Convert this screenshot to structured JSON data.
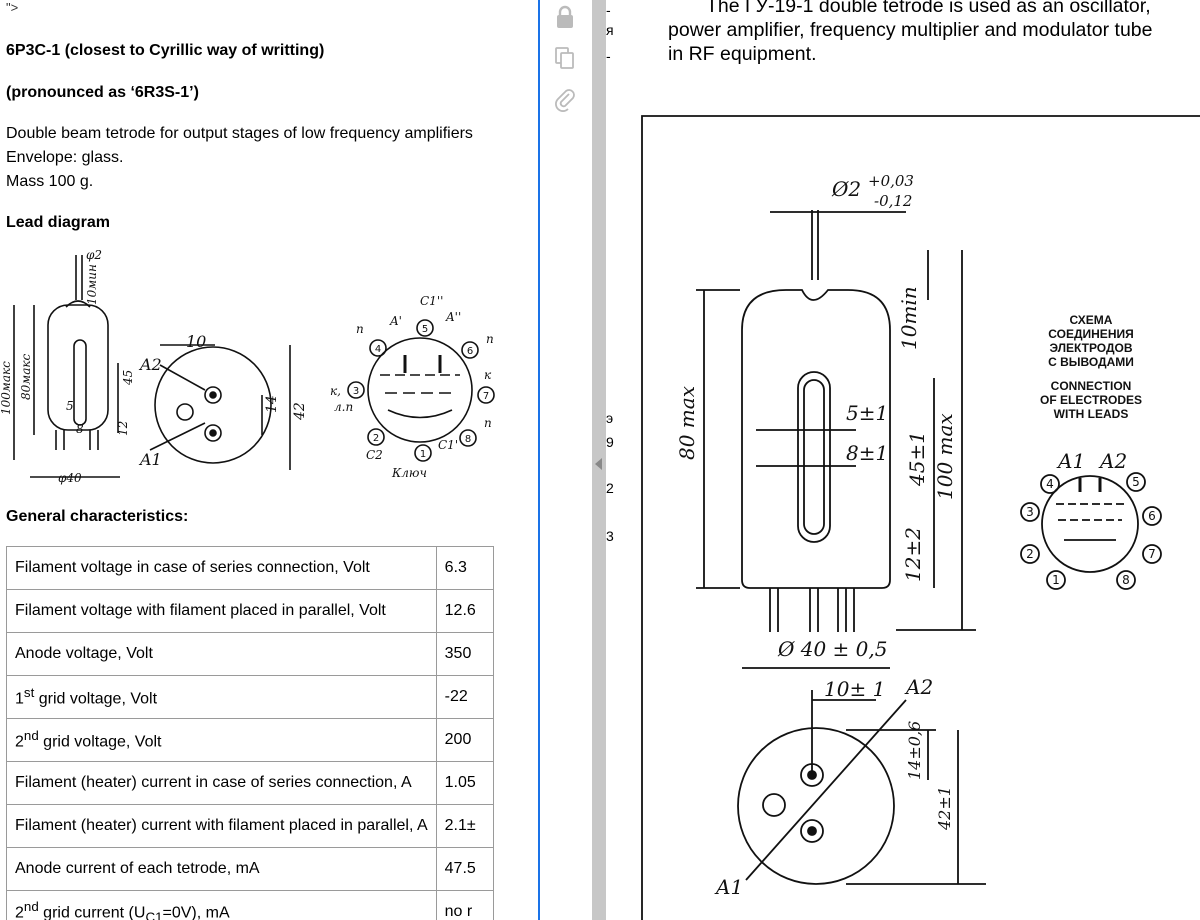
{
  "left_page": {
    "stray_text": "\">",
    "title": "6P3C-1 (closest to Cyrillic way of writting)",
    "pronunciation": "(pronounced as ‘6R3S-1’)",
    "description_lines": [
      "Double beam tetrode for output stages of low frequency amplifiers",
      "Envelope: glass.",
      "Mass 100 g."
    ],
    "lead_diagram_heading": "Lead diagram",
    "lead_diagram_labels": {
      "phi2": "φ2",
      "tenmin": "10мин",
      "height100": "100макс",
      "height80": "80макс",
      "dim45": "45",
      "dim5": "5",
      "dim8": "8",
      "dim12": "12",
      "phi40": "φ40",
      "a2": "A2",
      "a1": "A1",
      "dim10": "10",
      "dim14": "14",
      "dim42": "42",
      "p_tl": "п",
      "a_prime": "A'",
      "c1_pp": "C1''",
      "a_pp": "A''",
      "p_tr": "п",
      "k_left": "к,",
      "lp": "л.п",
      "k_right": "к",
      "p_br": "п",
      "c2": "C2",
      "c1_p": "C1'",
      "key": "Ключ",
      "pins": [
        "1",
        "2",
        "3",
        "4",
        "5",
        "6",
        "7",
        "8"
      ]
    },
    "general_heading": "General characteristics:",
    "table": [
      {
        "param": "Filament voltage in case of series connection, Volt",
        "value": "6.3"
      },
      {
        "param": "Filament voltage with filament placed in parallel, Volt",
        "value": "12.6"
      },
      {
        "param": "Anode voltage, Volt",
        "value": "350"
      },
      {
        "param_pre": "1",
        "param_sup": "st",
        "param_post": " grid voltage, Volt",
        "value": "-22"
      },
      {
        "param_pre": "2",
        "param_sup": "nd",
        "param_post": " grid voltage, Volt",
        "value": "200"
      },
      {
        "param": "Filament (heater) current in case of series connection, A",
        "value": "1.05"
      },
      {
        "param": "Filament (heater) current with filament placed in parallel, A",
        "value": "2.1±"
      },
      {
        "param": "Anode current of each tetrode, mA",
        "value": "47.5"
      },
      {
        "param_pre": "2",
        "param_sup": "nd",
        "param_mid": " grid current (U",
        "param_sub": "C1",
        "param_post": "=0V), mA",
        "value": "no r"
      }
    ]
  },
  "toolbar": {
    "icons": [
      "lock-icon",
      "copy-icon",
      "attachment-icon"
    ]
  },
  "edge_fragments": [
    "-",
    "я",
    "-",
    "э",
    "9",
    "2",
    "3"
  ],
  "right_doc": {
    "description": "The ГУ-19-1 double tetrode is used as an oscillator, power amplifier, frequency multiplier and modulator tube in RF equipment.",
    "desc_line1": "The ГУ-19-1 double tetrode is used as an oscillator,",
    "desc_line2": "power amplifier, frequency multiplier and modulator tube",
    "desc_line3": "in RF equipment.",
    "drawing": {
      "diam_top": "Ø2",
      "tol_plus": "+0,03",
      "tol_minus": "-0,12",
      "max80": "80 max",
      "min10": "10min",
      "max100": "100 max",
      "d5": "5±1",
      "d8": "8±1",
      "d45": "45±1",
      "d12": "12±2",
      "diam40": "Ø 40 ± 0,5",
      "d10": "10± 1",
      "a2": "A2",
      "a1": "A1",
      "d14": "14±0,6",
      "d42": "42±1"
    },
    "scheme_title_ru": [
      "СХЕМА",
      "СОЕДИНЕНИЯ",
      "ЭЛЕКТРОДОВ",
      "С ВЫВОДАМИ"
    ],
    "scheme_title_en": [
      "CONNECTION",
      "OF ELECTRODES",
      "WITH LEADS"
    ],
    "scheme_labels": {
      "a1": "A1",
      "a2": "A2",
      "pins": [
        "1",
        "2",
        "3",
        "4",
        "5",
        "6",
        "7",
        "8"
      ]
    }
  }
}
